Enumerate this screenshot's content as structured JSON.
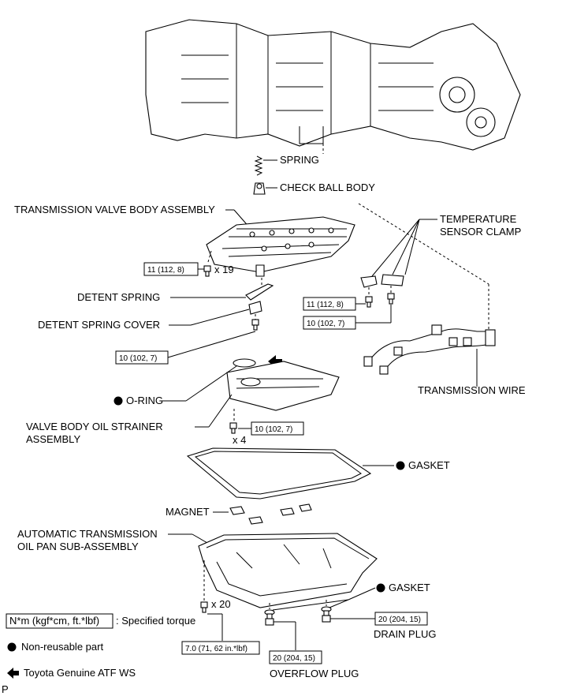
{
  "labels": {
    "spring": "SPRING",
    "check_ball_body": "CHECK BALL BODY",
    "valve_body_assembly": "TRANSMISSION VALVE BODY ASSEMBLY",
    "temp_sensor_clamp_1": "TEMPERATURE",
    "temp_sensor_clamp_2": "SENSOR CLAMP",
    "detent_spring": "DETENT SPRING",
    "detent_spring_cover": "DETENT SPRING COVER",
    "transmission_wire": "TRANSMISSION WIRE",
    "o_ring": "O-RING",
    "strainer_1": "VALVE BODY OIL STRAINER",
    "strainer_2": "ASSEMBLY",
    "gasket_pan": "GASKET",
    "magnet": "MAGNET",
    "oil_pan_1": "AUTOMATIC TRANSMISSION",
    "oil_pan_2": "OIL PAN SUB-ASSEMBLY",
    "gasket_plugs": "GASKET",
    "drain_plug": "DRAIN PLUG",
    "overflow_plug": "OVERFLOW PLUG"
  },
  "torques": {
    "valve_body_bolts": "11 (112, 8)",
    "valve_body_qty": "x 19",
    "clamp_bolt_a": "11 (112, 8)",
    "clamp_bolt_b": "10 (102, 7)",
    "detent_cover_bolt": "10 (102, 7)",
    "strainer_bolts": "10 (102, 7)",
    "strainer_qty": "x 4",
    "oil_pan_qty": "x 20",
    "oil_pan_bolts": "7.0 (71, 62 in.*lbf)",
    "drain_plug": "20 (204, 15)",
    "overflow_plug": "20 (204, 15)"
  },
  "legend": {
    "torque_box": "N*m (kgf*cm, ft.*lbf)",
    "torque_text": ": Specified torque",
    "non_reusable": "Non-reusable part",
    "atf": "Toyota Genuine ATF WS"
  },
  "footer": {
    "code": "P"
  }
}
